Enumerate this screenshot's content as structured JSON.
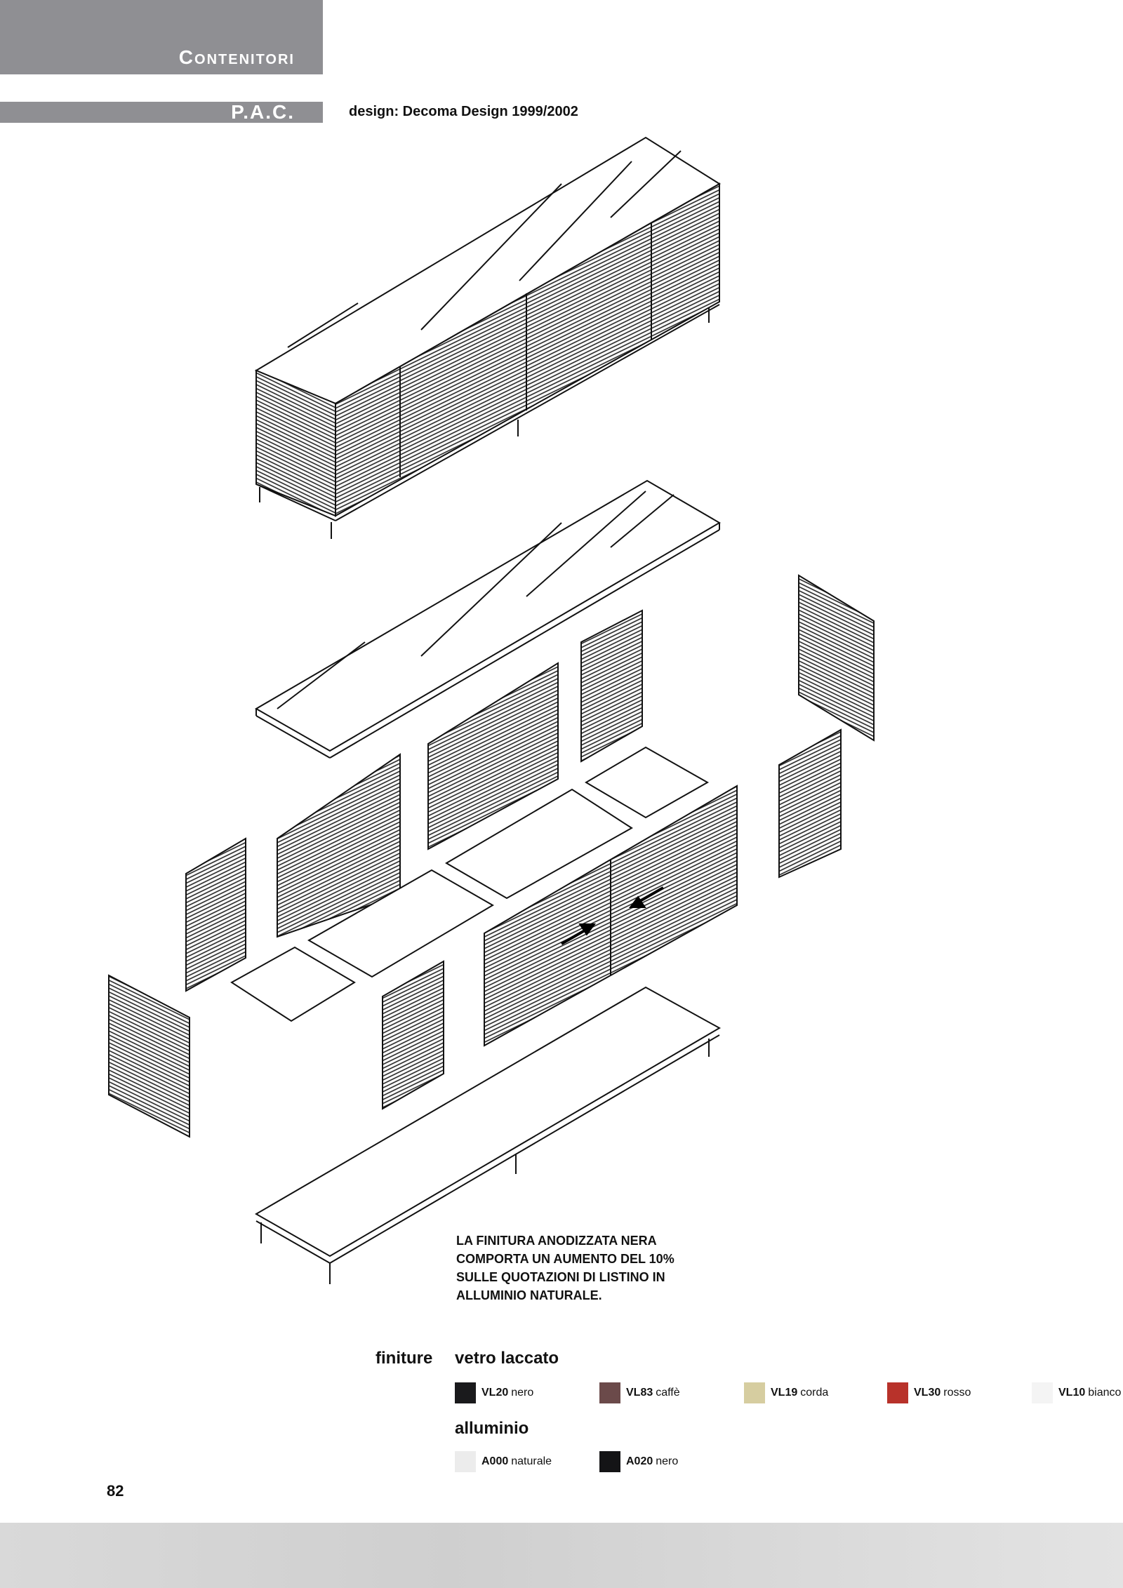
{
  "header": {
    "section": "Contenitori",
    "product": "P.A.C."
  },
  "design_credit": "design: Decoma Design 1999/2002",
  "note": {
    "lines": [
      "LA FINITURA ANODIZZATA NERA",
      "COMPORTA UN AUMENTO DEL 10%",
      "SULLE QUOTAZIONI DI LISTINO IN",
      "ALLUMINIO NATURALE."
    ]
  },
  "finishes": {
    "label": "finiture",
    "groups": [
      {
        "title": "vetro laccato",
        "items": [
          {
            "code": "VL20",
            "name": "nero",
            "color": "#1a1a1c"
          },
          {
            "code": "VL83",
            "name": "caffè",
            "color": "#6b4a4a"
          },
          {
            "code": "VL19",
            "name": "corda",
            "color": "#d6cda0"
          },
          {
            "code": "VL30",
            "name": "rosso",
            "color": "#b8322a"
          },
          {
            "code": "VL10",
            "name": "bianco",
            "color": "#f4f4f4"
          }
        ]
      },
      {
        "title": "alluminio",
        "items": [
          {
            "code": "A000",
            "name": "naturale",
            "color": "#ececec"
          },
          {
            "code": "A020",
            "name": "nero",
            "color": "#141416"
          }
        ]
      }
    ]
  },
  "page_number": "82"
}
